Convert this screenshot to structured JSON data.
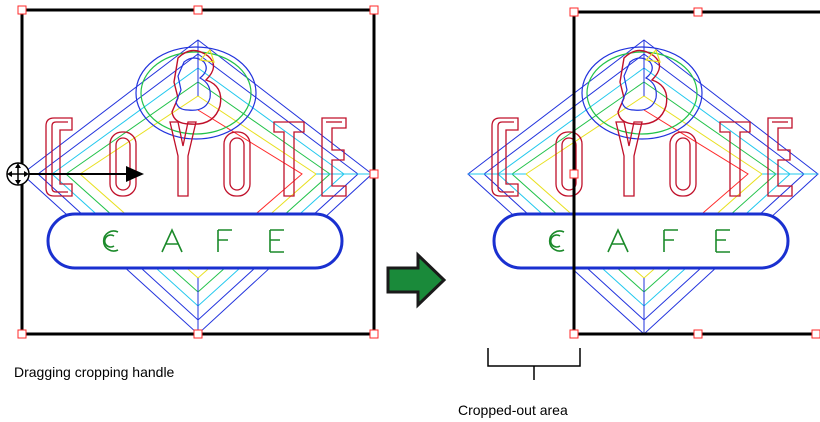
{
  "captions": {
    "left": "Dragging cropping handle",
    "right": "Cropped-out area"
  },
  "logo": {
    "word_top": "COYOTE",
    "word_bottom": "CAFE"
  },
  "colors": {
    "crop_frame": "#000000",
    "handle": "#ff2a2a",
    "diamond_outer": "#2233dd",
    "diamond_cyan": "#22c8ee",
    "diamond_green": "#22c24a",
    "diamond_yellow": "#e8e020",
    "diamond_red": "#ff2a2a",
    "letters_outline": "#c0102a",
    "cafe_band": "#1a30d0",
    "cafe_letters": "#1b8a2a",
    "arrow_fill": "#1a8a3a"
  },
  "icons": {
    "drag_cursor": "four-way-drag-cursor-icon",
    "transition_arrow": "right-arrow-icon"
  }
}
